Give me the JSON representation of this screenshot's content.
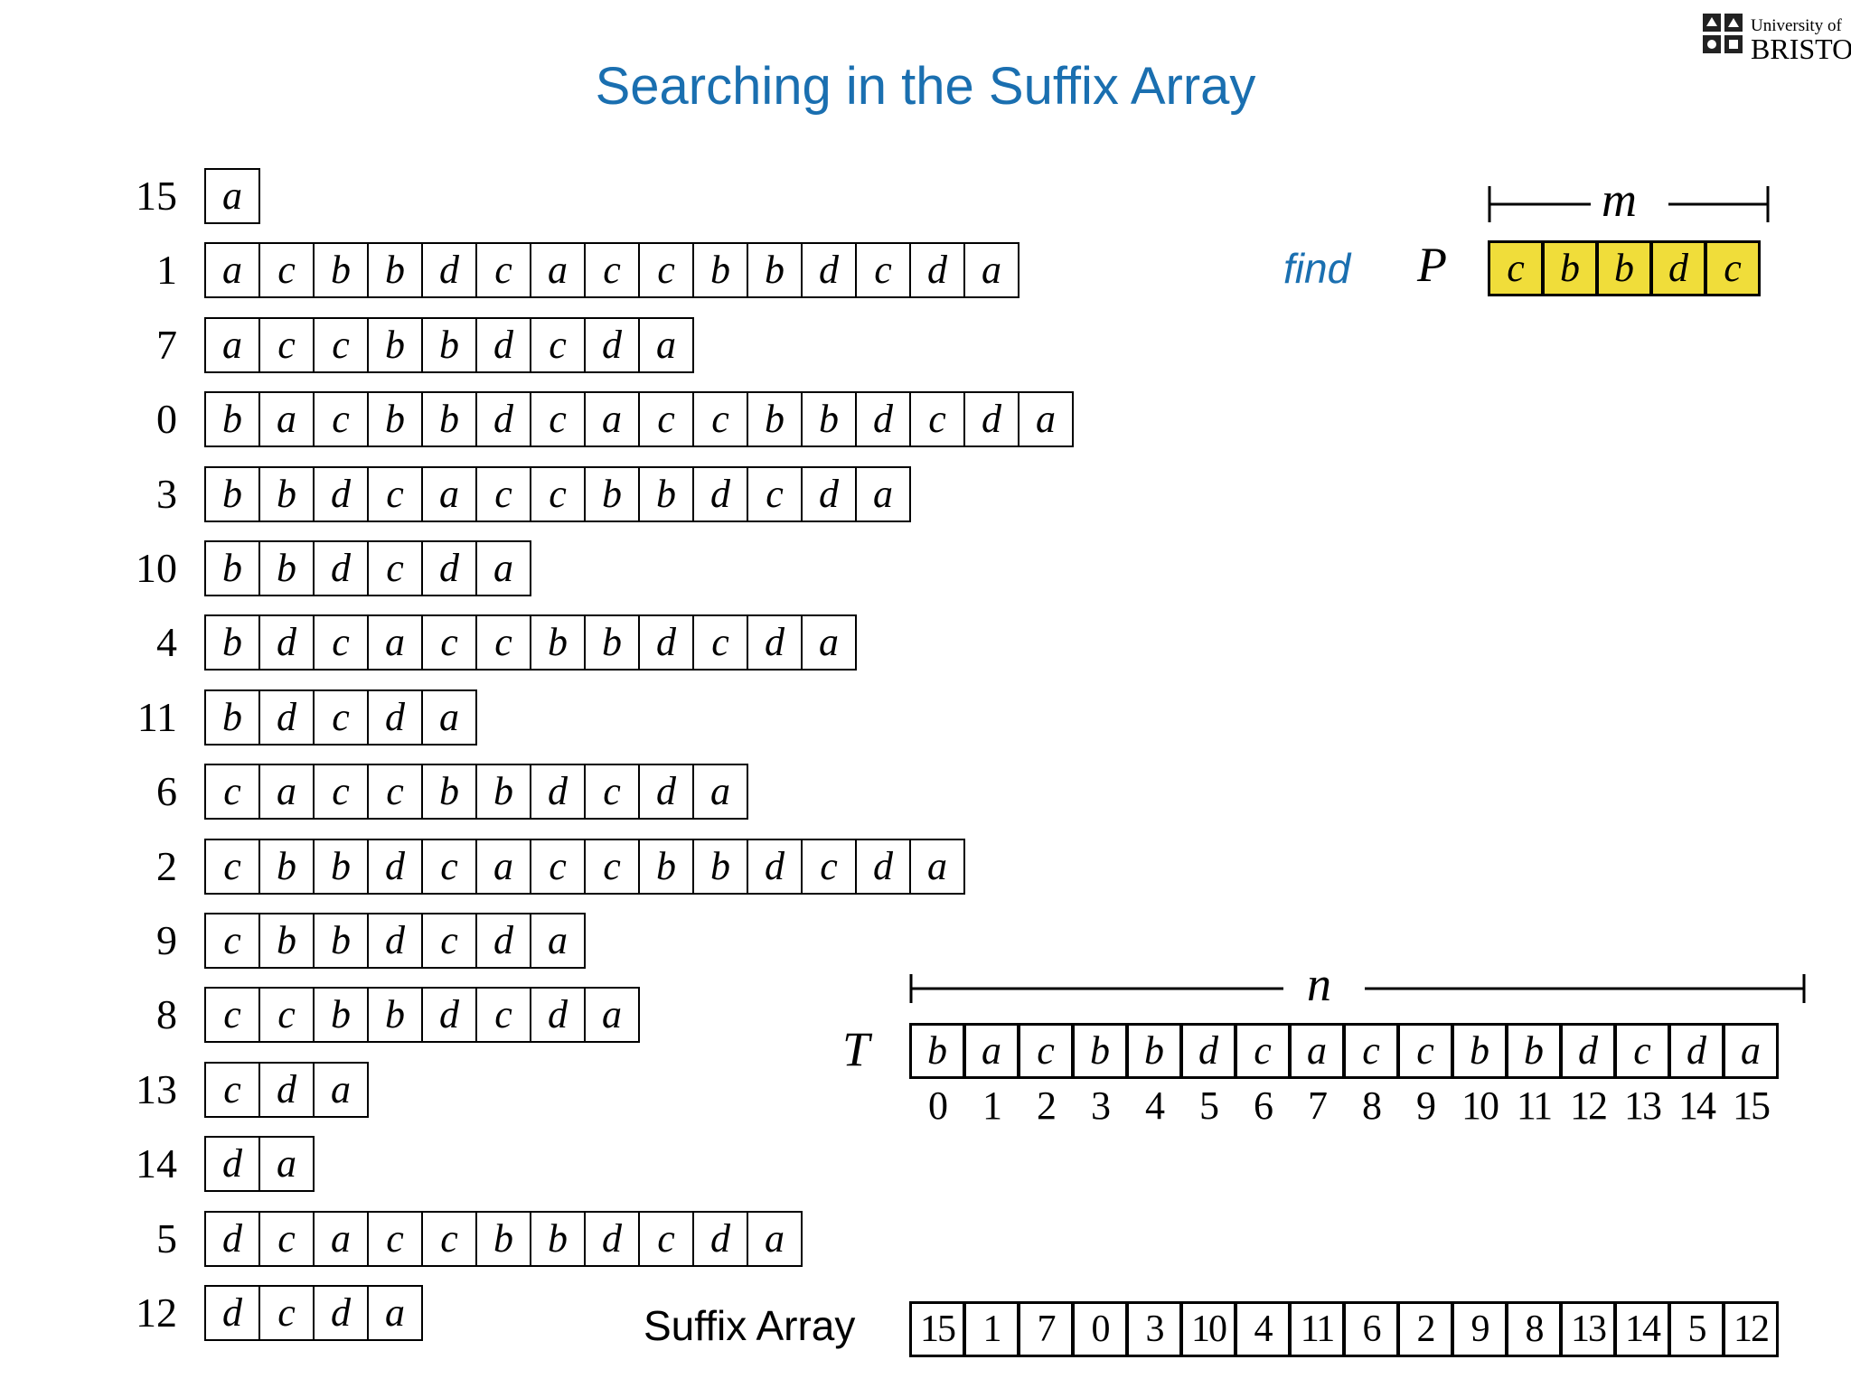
{
  "slide": {
    "title": "Searching in the Suffix Array",
    "logo": {
      "line1": "University of",
      "line2": "BRISTOL"
    }
  },
  "suffixes": [
    {
      "index": "15",
      "chars": [
        "a"
      ]
    },
    {
      "index": "1",
      "chars": [
        "a",
        "c",
        "b",
        "b",
        "d",
        "c",
        "a",
        "c",
        "c",
        "b",
        "b",
        "d",
        "c",
        "d",
        "a"
      ]
    },
    {
      "index": "7",
      "chars": [
        "a",
        "c",
        "c",
        "b",
        "b",
        "d",
        "c",
        "d",
        "a"
      ]
    },
    {
      "index": "0",
      "chars": [
        "b",
        "a",
        "c",
        "b",
        "b",
        "d",
        "c",
        "a",
        "c",
        "c",
        "b",
        "b",
        "d",
        "c",
        "d",
        "a"
      ]
    },
    {
      "index": "3",
      "chars": [
        "b",
        "b",
        "d",
        "c",
        "a",
        "c",
        "c",
        "b",
        "b",
        "d",
        "c",
        "d",
        "a"
      ]
    },
    {
      "index": "10",
      "chars": [
        "b",
        "b",
        "d",
        "c",
        "d",
        "a"
      ]
    },
    {
      "index": "4",
      "chars": [
        "b",
        "d",
        "c",
        "a",
        "c",
        "c",
        "b",
        "b",
        "d",
        "c",
        "d",
        "a"
      ]
    },
    {
      "index": "11",
      "chars": [
        "b",
        "d",
        "c",
        "d",
        "a"
      ]
    },
    {
      "index": "6",
      "chars": [
        "c",
        "a",
        "c",
        "c",
        "b",
        "b",
        "d",
        "c",
        "d",
        "a"
      ]
    },
    {
      "index": "2",
      "chars": [
        "c",
        "b",
        "b",
        "d",
        "c",
        "a",
        "c",
        "c",
        "b",
        "b",
        "d",
        "c",
        "d",
        "a"
      ]
    },
    {
      "index": "9",
      "chars": [
        "c",
        "b",
        "b",
        "d",
        "c",
        "d",
        "a"
      ]
    },
    {
      "index": "8",
      "chars": [
        "c",
        "c",
        "b",
        "b",
        "d",
        "c",
        "d",
        "a"
      ]
    },
    {
      "index": "13",
      "chars": [
        "c",
        "d",
        "a"
      ]
    },
    {
      "index": "14",
      "chars": [
        "d",
        "a"
      ]
    },
    {
      "index": "5",
      "chars": [
        "d",
        "c",
        "a",
        "c",
        "c",
        "b",
        "b",
        "d",
        "c",
        "d",
        "a"
      ]
    },
    {
      "index": "12",
      "chars": [
        "d",
        "c",
        "d",
        "a"
      ]
    }
  ],
  "pattern": {
    "find_label": "find",
    "symbol": "P",
    "length_symbol": "m",
    "chars": [
      "c",
      "b",
      "b",
      "d",
      "c"
    ],
    "highlight_color": "#f0dd3a"
  },
  "text": {
    "symbol": "T",
    "length_symbol": "n",
    "chars": [
      "b",
      "a",
      "c",
      "b",
      "b",
      "d",
      "c",
      "a",
      "c",
      "c",
      "b",
      "b",
      "d",
      "c",
      "d",
      "a"
    ],
    "positions": [
      "0",
      "1",
      "2",
      "3",
      "4",
      "5",
      "6",
      "7",
      "8",
      "9",
      "10",
      "11",
      "12",
      "13",
      "14",
      "15"
    ]
  },
  "suffix_array": {
    "label": "Suffix Array",
    "values": [
      "15",
      "1",
      "7",
      "0",
      "3",
      "10",
      "4",
      "11",
      "6",
      "2",
      "9",
      "8",
      "13",
      "14",
      "5",
      "12"
    ]
  }
}
